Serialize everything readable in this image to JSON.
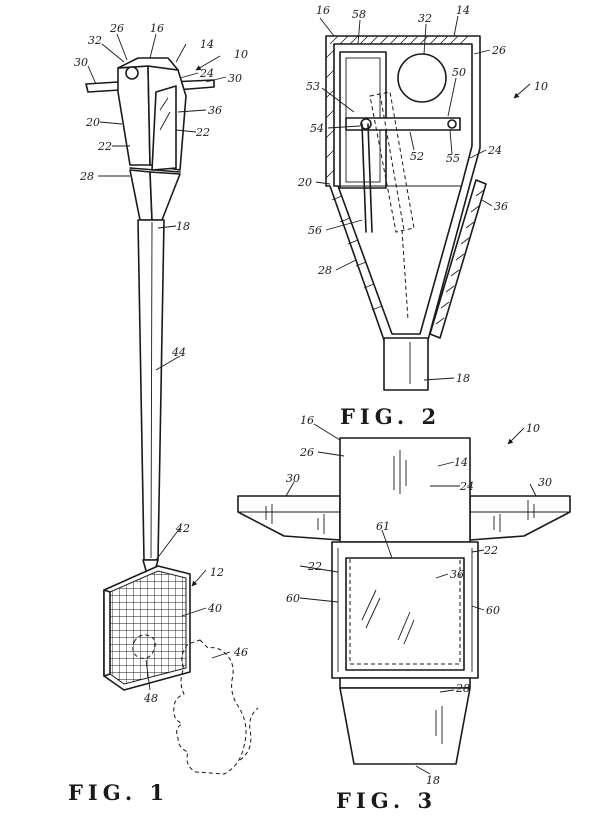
{
  "figures": {
    "fig1": {
      "caption": "FIG. 1",
      "refs": {
        "r10": "10",
        "r12": "12",
        "r14": "14",
        "r16": "16",
        "r18": "18",
        "r20": "20",
        "r22a": "22",
        "r22b": "22",
        "r24": "24",
        "r26": "26",
        "r28": "28",
        "r30a": "30",
        "r30b": "30",
        "r32": "32",
        "r36": "36",
        "r40": "40",
        "r42": "42",
        "r44": "44",
        "r46": "46",
        "r48": "48"
      }
    },
    "fig2": {
      "caption": "FIG. 2",
      "refs": {
        "r10": "10",
        "r14": "14",
        "r16": "16",
        "r18": "18",
        "r20": "20",
        "r24": "24",
        "r26": "26",
        "r28": "28",
        "r32": "32",
        "r36": "36",
        "r50": "50",
        "r52": "52",
        "r53": "53",
        "r54": "54",
        "r55": "55",
        "r56": "56",
        "r58": "58"
      }
    },
    "fig3": {
      "caption": "FIG. 3",
      "refs": {
        "r10": "10",
        "r14": "14",
        "r16": "16",
        "r18": "18",
        "r22a": "22",
        "r22b": "22",
        "r24": "24",
        "r26": "26",
        "r28": "28",
        "r30a": "30",
        "r30b": "30",
        "r36": "36",
        "r60a": "60",
        "r60b": "60",
        "r61": "61"
      }
    }
  }
}
